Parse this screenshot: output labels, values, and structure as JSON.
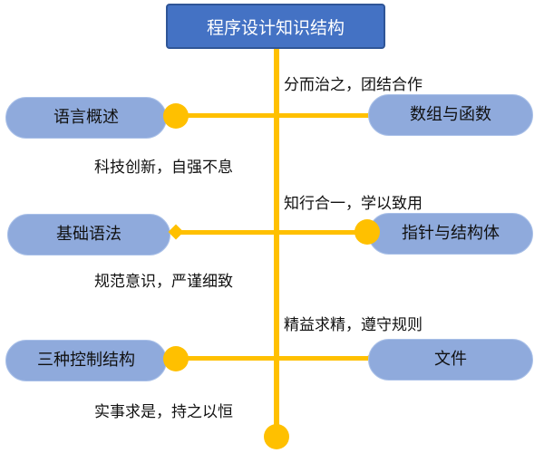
{
  "title": "程序设计知识结构",
  "left_nodes": [
    "语言概述",
    "基础语法",
    "三种控制结构"
  ],
  "right_nodes": [
    "数组与函数",
    "指针与结构体",
    "文件"
  ],
  "right_mottos": [
    "分而治之，团结合作",
    "知行合一，学以致用",
    "精益求精，遵守规则"
  ],
  "left_mottos": [
    "科技创新，自强不息",
    "规范意识，严谨细致",
    "实事求是，持之以恒"
  ],
  "colors": {
    "title_fill": "#4472c4",
    "node_fill": "#8faadc",
    "connector": "#ffc000"
  }
}
